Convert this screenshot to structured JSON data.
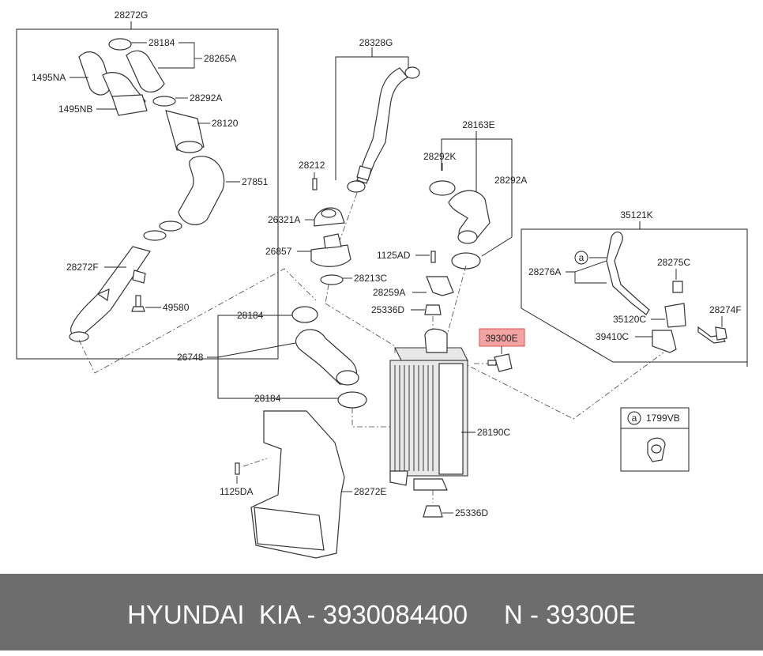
{
  "labels": {
    "l28272G": "28272G",
    "l28184a": "28184",
    "l28265A": "28265A",
    "l1495NA": "1495NA",
    "l1495NB": "1495NB",
    "l28292Aa": "28292A",
    "l28120": "28120",
    "l27851": "27851",
    "l28272F": "28272F",
    "l49580": "49580",
    "l28328G": "28328G",
    "l28212": "28212",
    "l26321A": "26321A",
    "l26857": "26857",
    "l28213C": "28213C",
    "l28163E": "28163E",
    "l28292K": "28292K",
    "l28292Ab": "28292A",
    "l1125AD": "1125AD",
    "l28259A": "28259A",
    "l25336Da": "25336D",
    "l35121K": "35121K",
    "l28276A": "28276A",
    "l28275C": "28275C",
    "l35120C": "35120C",
    "l28274F": "28274F",
    "l39410C": "39410C",
    "l28184b": "28184",
    "l26748": "26748",
    "l28184c": "28184",
    "l28190C": "28190C",
    "l1125DA": "1125DA",
    "l28272E": "28272E",
    "l25336Db": "25336D",
    "l1799VB": "1799VB",
    "callout_a1": "a",
    "callout_a2": "a"
  },
  "highlight": {
    "part_number": "39300E",
    "fill": "#f4a3a3",
    "stroke": "#d9534f"
  },
  "footer": {
    "text": "HYUNDAI  KIA - 3930084400     N - 39300E",
    "background": "#6d6d6d"
  }
}
